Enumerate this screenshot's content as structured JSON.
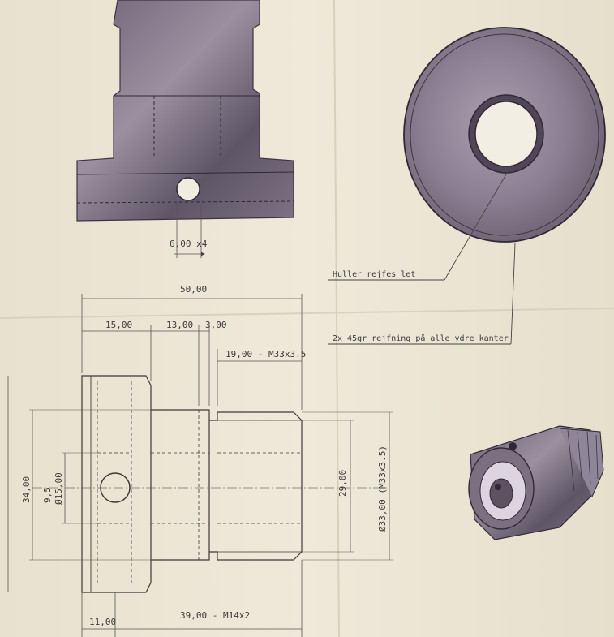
{
  "top_view": {
    "hole_dim": "6,00 x4"
  },
  "dimensions": {
    "overall_length": "50,00",
    "flange_length": "15,00",
    "body_length": "13,00",
    "groove_length": "3,00",
    "thread_length": "19,00 - M33x3.5",
    "left_height": "34,00",
    "small_dia_a": "9,5",
    "small_dia_b": "Ø15,00",
    "thread_core": "29,00",
    "thread_dia": "Ø33,00 (M33x3.5)",
    "bottom_left": "11,00",
    "bottom_thread": "39,00 - M14x2"
  },
  "notes": {
    "holes": "Huller rejfes let",
    "chamfer": "2x 45gr rejfning på alle ydre kanter"
  }
}
